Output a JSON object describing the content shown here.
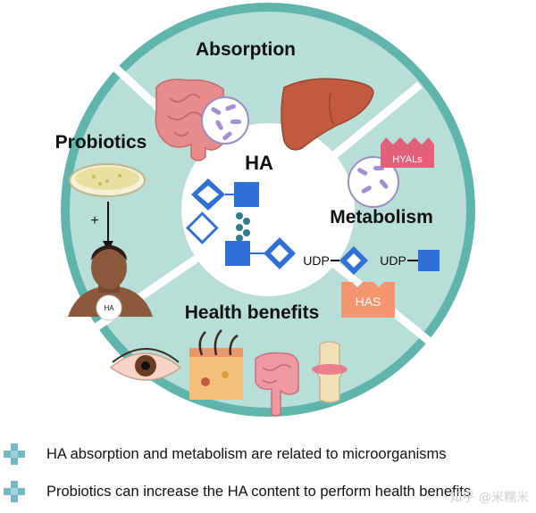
{
  "center_label": "HA",
  "sections": {
    "absorption": "Absorption",
    "probiotics": "Probiotics",
    "metabolism": "Metabolism",
    "health_benefits": "Health benefits"
  },
  "badges": {
    "hyals": "HYALs",
    "has": "HAS",
    "ha_neck": "HA",
    "plus": "+",
    "udp1": "UDP",
    "udp2": "UDP"
  },
  "bullets": [
    "HA absorption and metabolism are related to microorganisms",
    "Probiotics can increase the HA content to perform health benefits"
  ],
  "watermark": "知乎 @米糯米",
  "colors": {
    "ring": "#5fb5ab",
    "fill": "#b8ded8",
    "blue": "#2f6fd6",
    "hyals": "#e2607a",
    "has": "#f4956f"
  }
}
